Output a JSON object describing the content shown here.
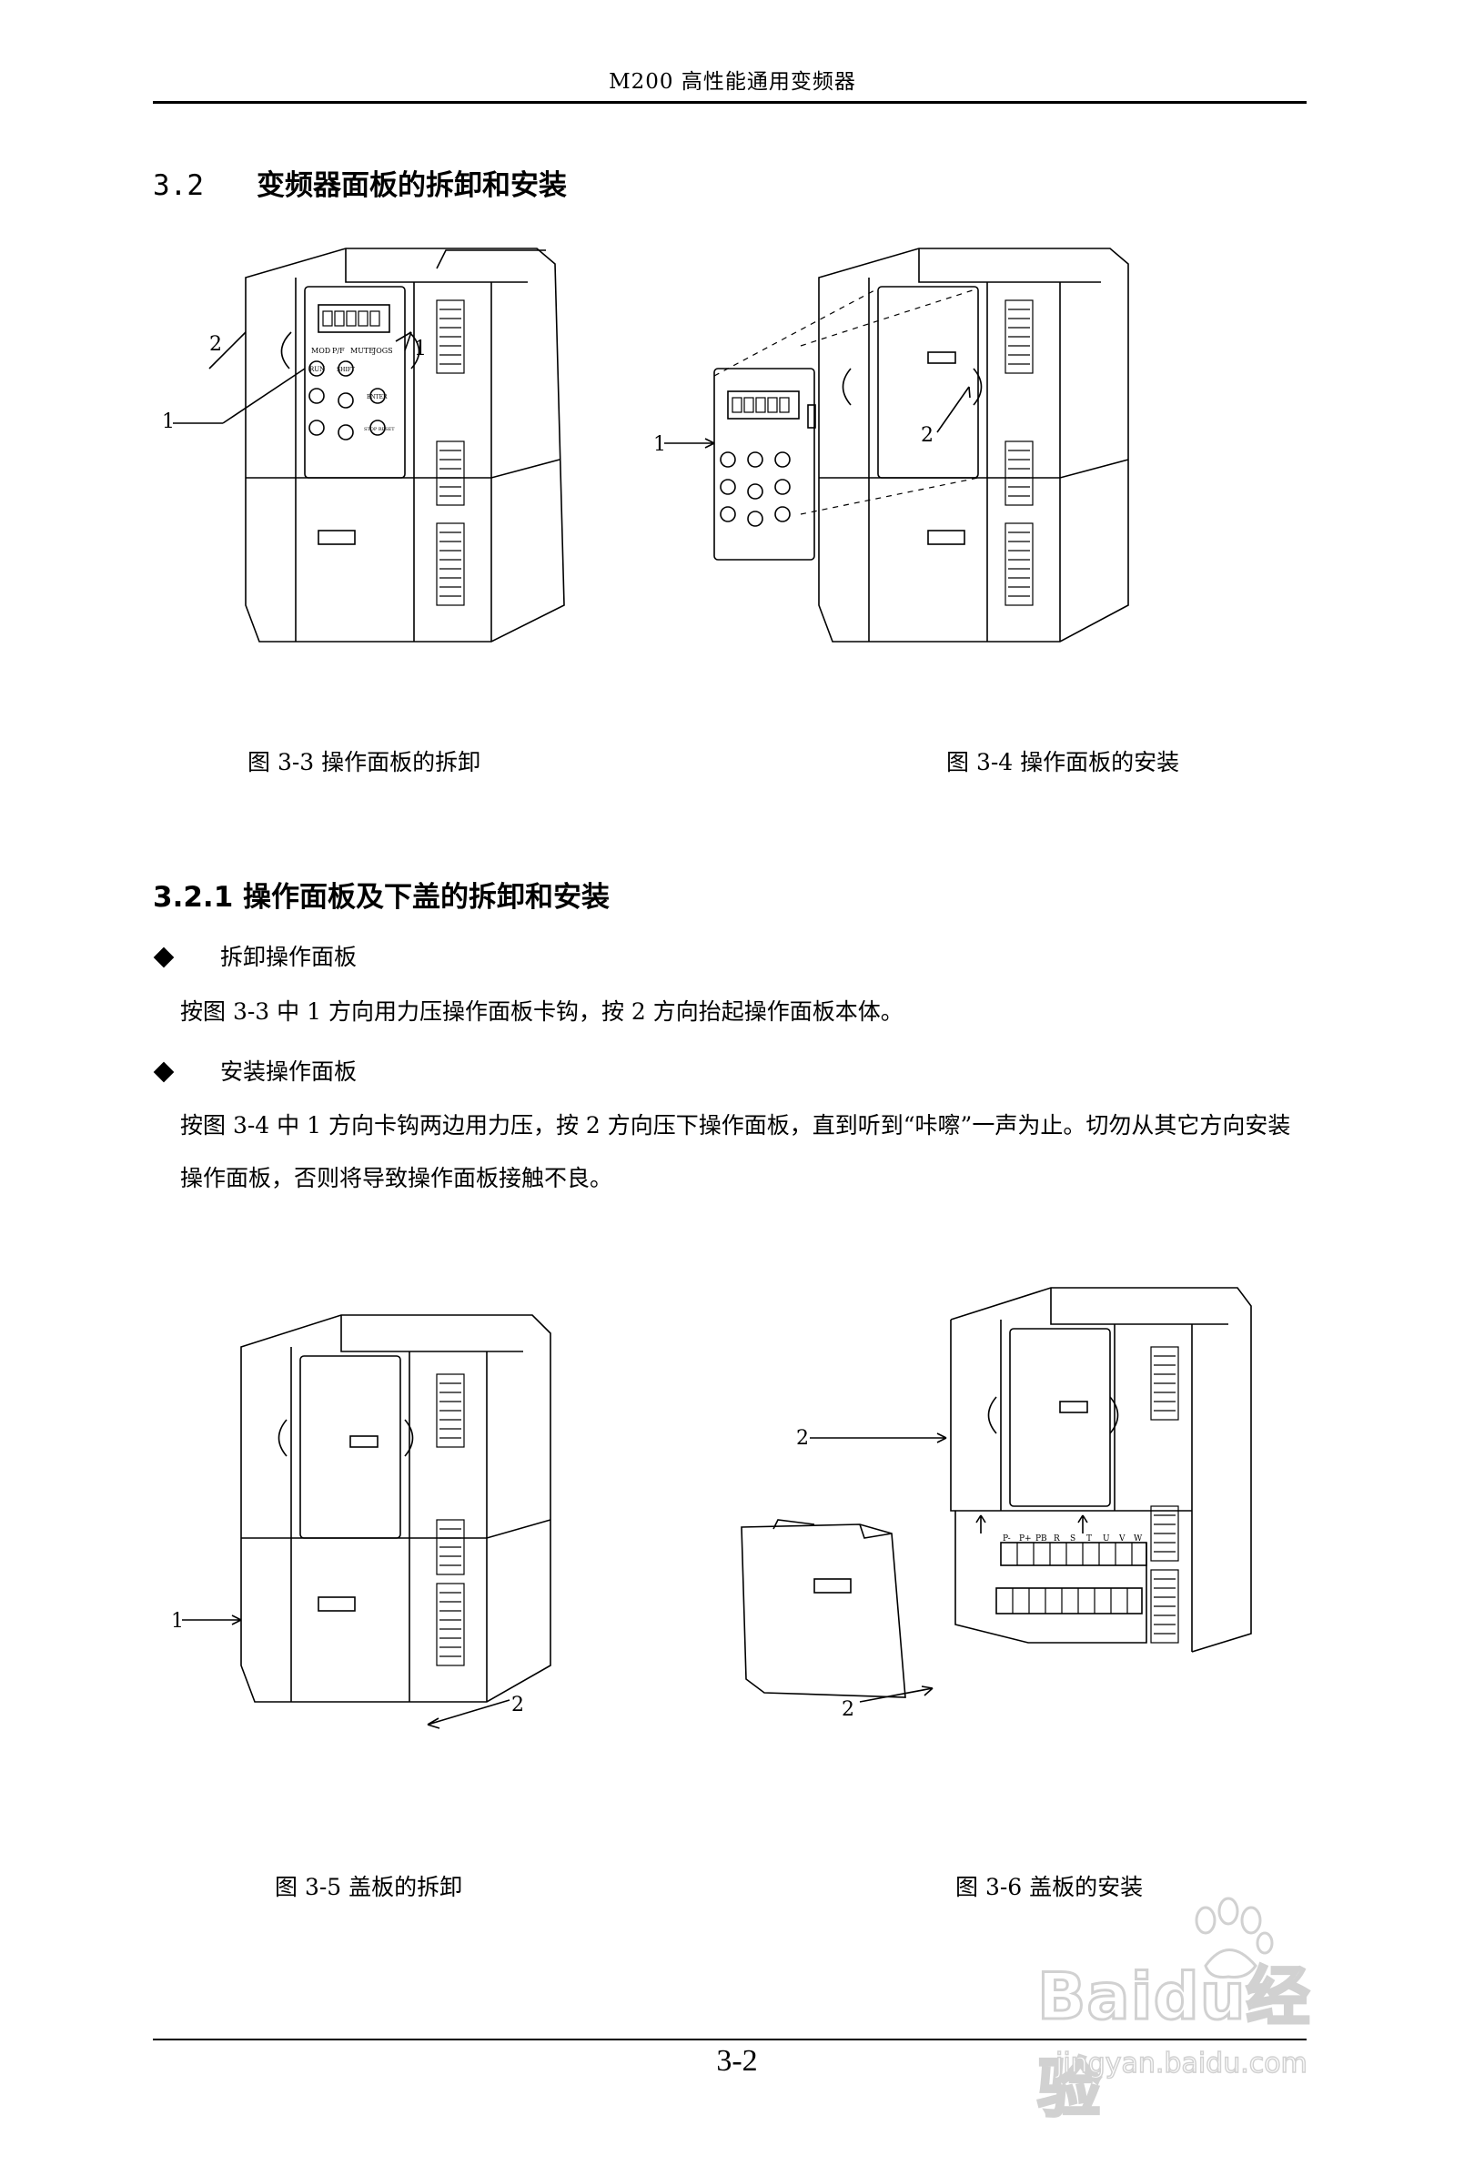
{
  "header": {
    "title": "M200 高性能通用变频器"
  },
  "section": {
    "number": "3.2",
    "title": "变频器面板的拆卸和安装"
  },
  "figures": {
    "fig33": {
      "caption": "图 3-3 操作面板的拆卸",
      "callouts": [
        "1",
        "2",
        "1"
      ],
      "panel_labels": [
        "MOD",
        "P/F",
        "MUTE",
        "JOGS",
        "RUN",
        "SHIFT",
        "ENTER",
        "STOP RESET"
      ]
    },
    "fig34": {
      "caption": "图 3-4 操作面板的安装",
      "callouts": [
        "1",
        "2"
      ]
    },
    "fig35": {
      "caption": "图 3-5 盖板的拆卸",
      "callouts": [
        "1",
        "2"
      ]
    },
    "fig36": {
      "caption": "图 3-6 盖板的安装",
      "callouts": [
        "2",
        "2"
      ],
      "terminal_labels": [
        "P-",
        "P+",
        "PB",
        "R",
        "S",
        "T",
        "U",
        "V",
        "W"
      ]
    }
  },
  "subsection": {
    "title": "3.2.1 操作面板及下盖的拆卸和安装",
    "items": [
      {
        "heading": "拆卸操作面板",
        "text": "按图 3-3 中 1 方向用力压操作面板卡钩，按 2 方向抬起操作面板本体。"
      },
      {
        "heading": "安装操作面板",
        "text": "按图 3-4 中 1 方向卡钩两边用力压，按 2 方向压下操作面板，直到听到“咔嚓”一声为止。切勿从其它方向安装操作面板，否则将导致操作面板接触不良。"
      }
    ]
  },
  "footer": {
    "page_number": "3-2"
  },
  "watermark": {
    "brand": "Baidu经验",
    "url": "jingyan.baidu.com"
  },
  "colors": {
    "line": "#000000",
    "watermark": "#9a9a9a"
  }
}
